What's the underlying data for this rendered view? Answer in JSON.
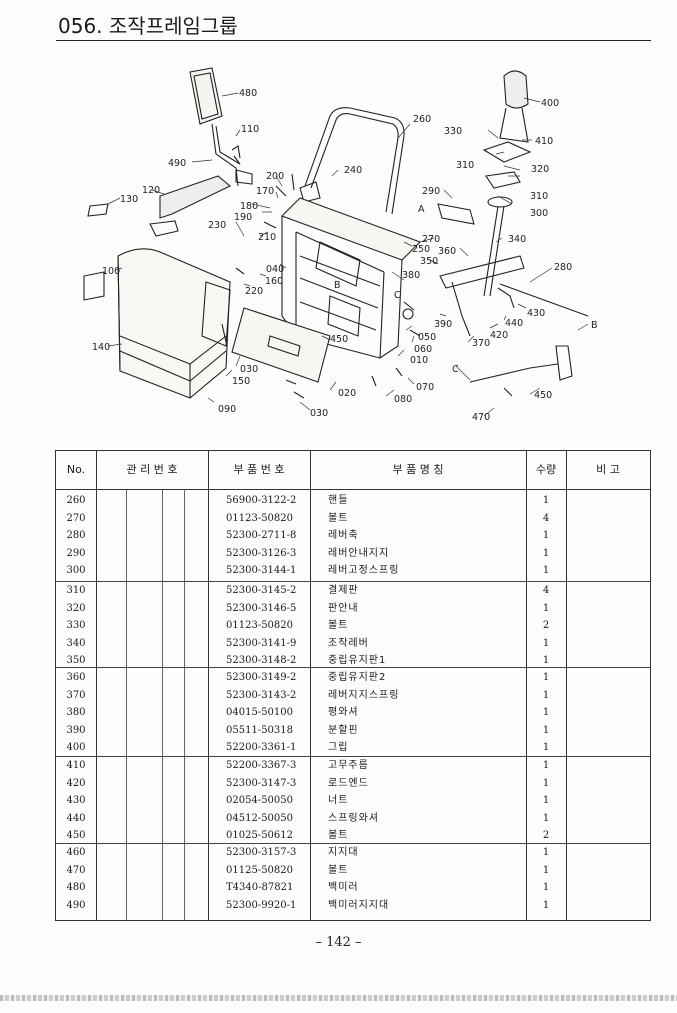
{
  "page_title": "056. 조작프레임그룹",
  "page_number": "– 142 –",
  "diagram": {
    "callouts": [
      "480",
      "110",
      "490",
      "120",
      "130",
      "260",
      "400",
      "330",
      "410",
      "320",
      "310",
      "310",
      "300",
      "240",
      "200",
      "170",
      "180",
      "190",
      "230",
      "210",
      "290",
      "A",
      "270",
      "250",
      "340",
      "360",
      "350",
      "280",
      "100",
      "040",
      "160",
      "220",
      "380",
      "B",
      "C",
      "390",
      "430",
      "440",
      "B",
      "140",
      "450",
      "420",
      "050",
      "060",
      "370",
      "010",
      "030",
      "150",
      "020",
      "070",
      "080",
      "030",
      "090",
      "C",
      "450",
      "470"
    ]
  },
  "table": {
    "headers": {
      "no": "No.",
      "mgmt": "관 리 번 호",
      "part_no": "부 품 번 호",
      "part_name": "부   품   명   칭",
      "qty": "수량",
      "remarks": "비   고"
    },
    "groups": [
      {
        "rows": [
          {
            "no": "260",
            "part_no": "56900-3122-2",
            "name": "핸들",
            "qty": "1"
          },
          {
            "no": "270",
            "part_no": "01123-50820",
            "name": "볼트",
            "qty": "4"
          },
          {
            "no": "280",
            "part_no": "52300-2711-8",
            "name": "레버축",
            "qty": "1"
          },
          {
            "no": "290",
            "part_no": "52300-3126-3",
            "name": "레버안내지지",
            "qty": "1"
          },
          {
            "no": "300",
            "part_no": "52300-3144-1",
            "name": "레버고정스프링",
            "qty": "1"
          }
        ]
      },
      {
        "rows": [
          {
            "no": "310",
            "part_no": "52300-3145-2",
            "name": "결제판",
            "qty": "4"
          },
          {
            "no": "320",
            "part_no": "52300-3146-5",
            "name": "판안내",
            "qty": "1"
          },
          {
            "no": "330",
            "part_no": "01123-50820",
            "name": "볼트",
            "qty": "2"
          },
          {
            "no": "340",
            "part_no": "52300-3141-9",
            "name": "조작레버",
            "qty": "1"
          },
          {
            "no": "350",
            "part_no": "52300-3148-2",
            "name": "중립유지판1",
            "qty": "1"
          }
        ]
      },
      {
        "rows": [
          {
            "no": "360",
            "part_no": "52300-3149-2",
            "name": "중립유지판2",
            "qty": "1"
          },
          {
            "no": "370",
            "part_no": "52300-3143-2",
            "name": "레버지지스프링",
            "qty": "1"
          },
          {
            "no": "380",
            "part_no": "04015-50100",
            "name": "평와셔",
            "qty": "1"
          },
          {
            "no": "390",
            "part_no": "05511-50318",
            "name": "분할핀",
            "qty": "1"
          },
          {
            "no": "400",
            "part_no": "52200-3361-1",
            "name": "그립",
            "qty": "1"
          }
        ]
      },
      {
        "rows": [
          {
            "no": "410",
            "part_no": "52200-3367-3",
            "name": "고무주름",
            "qty": "1"
          },
          {
            "no": "420",
            "part_no": "52300-3147-3",
            "name": "로드엔드",
            "qty": "1"
          },
          {
            "no": "430",
            "part_no": "02054-50050",
            "name": "너트",
            "qty": "1"
          },
          {
            "no": "440",
            "part_no": "04512-50050",
            "name": "스프링와셔",
            "qty": "1"
          },
          {
            "no": "450",
            "part_no": "01025-50612",
            "name": "볼트",
            "qty": "2"
          }
        ]
      },
      {
        "rows": [
          {
            "no": "460",
            "part_no": "52300-3157-3",
            "name": "지지대",
            "qty": "1"
          },
          {
            "no": "470",
            "part_no": "01125-50820",
            "name": "볼트",
            "qty": "1"
          },
          {
            "no": "480",
            "part_no": "T4340-87821",
            "name": "백미러",
            "qty": "1"
          },
          {
            "no": "490",
            "part_no": "52300-9920-1",
            "name": "백미러지지대",
            "qty": "1"
          }
        ]
      }
    ]
  }
}
